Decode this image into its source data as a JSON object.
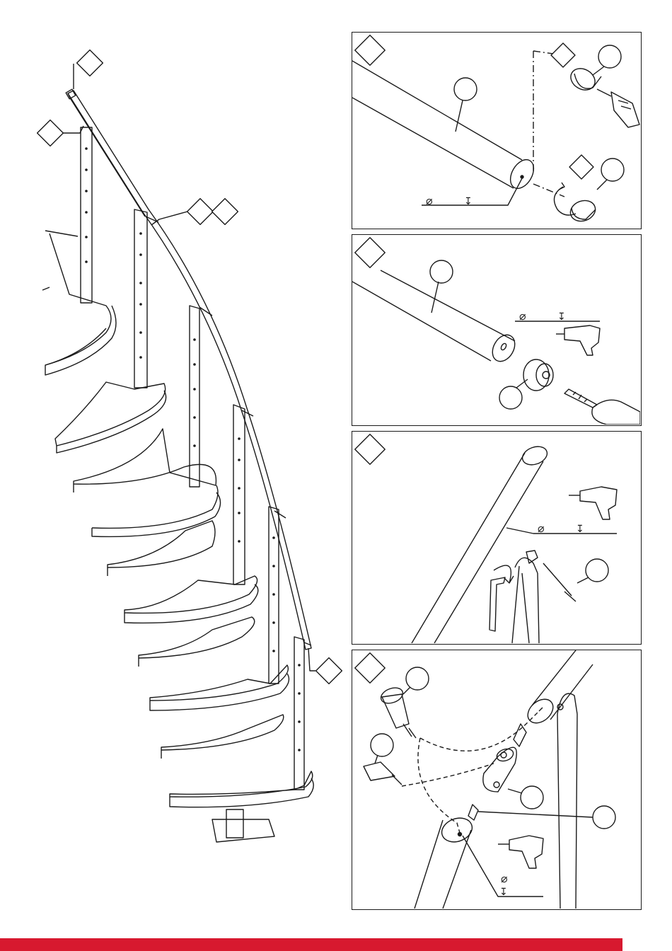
{
  "page": {
    "type": "assembly-instruction-sheet",
    "footer_color": "#d7192f",
    "line_color": "#1a1a1a"
  },
  "callouts": {
    "diameter_symbol": "⌀",
    "depth_symbol": "↧"
  },
  "panels": [
    {
      "id": "step-a",
      "tools": [
        "drill",
        "rotation-arrow"
      ]
    },
    {
      "id": "step-b",
      "tools": [
        "drill",
        "drill-bit"
      ]
    },
    {
      "id": "step-c",
      "tools": [
        "drill",
        "allen-key",
        "screw"
      ]
    },
    {
      "id": "step-d",
      "tools": [
        "glue-bottle",
        "glue-tube",
        "drill",
        "connector"
      ]
    }
  ]
}
